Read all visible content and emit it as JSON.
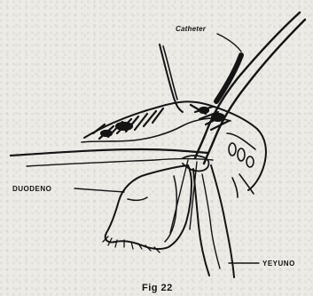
{
  "labels": {
    "catheter": "Catheter",
    "duodeno": "DUODENO",
    "yeyuno": "YEYUNO",
    "figure": "Fig 22"
  }
}
